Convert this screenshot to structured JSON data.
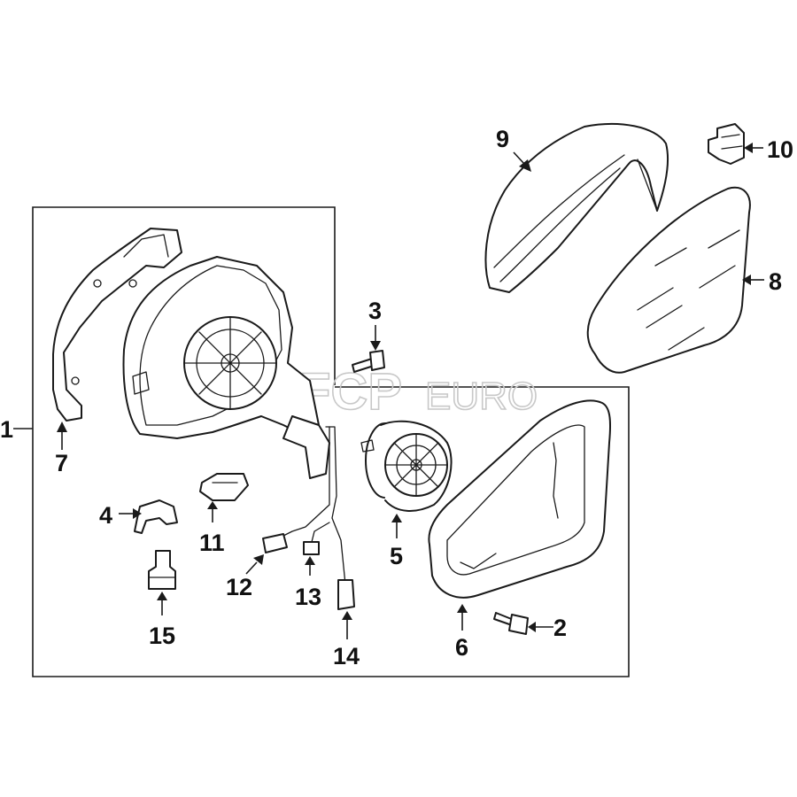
{
  "diagram": {
    "callouts": {
      "c1": "1",
      "c2": "2",
      "c3": "3",
      "c4": "4",
      "c5": "5",
      "c6": "6",
      "c7": "7",
      "c8": "8",
      "c9": "9",
      "c10": "10",
      "c11": "11",
      "c12": "12",
      "c13": "13",
      "c14": "14",
      "c15": "15"
    }
  },
  "watermark": {
    "brand": "FCP",
    "suffix": "EURO"
  },
  "colors": {
    "line": "#1a1a1a",
    "watermark": "#c8c8c8",
    "background": "#ffffff"
  }
}
